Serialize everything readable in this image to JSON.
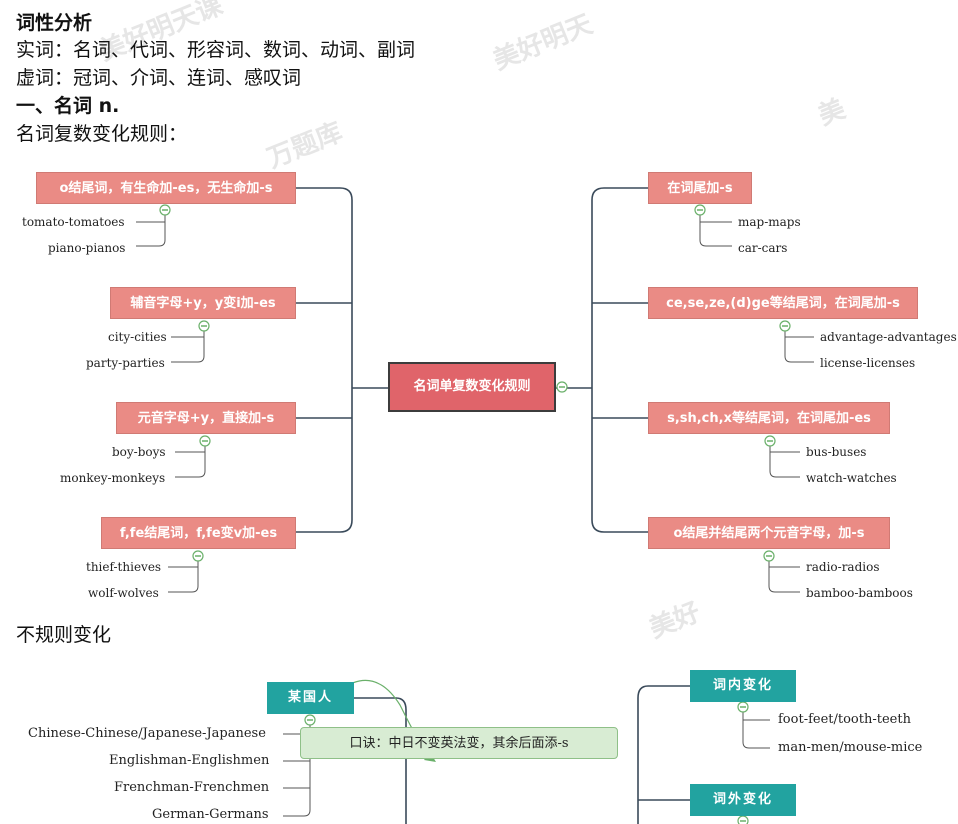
{
  "heading": {
    "title": "词性分析",
    "content_words": "实词：名词、代词、形容词、数词、动词、副词",
    "function_words": "虚词：冠词、介词、连词、感叹词",
    "section": "一、名词 n.",
    "subtitle": "名词复数变化规则："
  },
  "mindmap1": {
    "root": "名词单复数变化规则",
    "left": [
      {
        "label": "o结尾词，有生命加-es，无生命加-s",
        "leaves": [
          "tomato-tomatoes",
          "piano-pianos"
        ]
      },
      {
        "label": "辅音字母+y，y变i加-es",
        "leaves": [
          "city-cities",
          "party-parties"
        ]
      },
      {
        "label": "元音字母+y，直接加-s",
        "leaves": [
          "boy-boys",
          "monkey-monkeys"
        ]
      },
      {
        "label": "f,fe结尾词，f,fe变v加-es",
        "leaves": [
          "thief-thieves",
          "wolf-wolves"
        ]
      }
    ],
    "right": [
      {
        "label": "在词尾加-s",
        "leaves": [
          "map-maps",
          "car-cars"
        ]
      },
      {
        "label": "ce,se,ze,(d)ge等结尾词，在词尾加-s",
        "leaves": [
          "advantage-advantages",
          "license-licenses"
        ]
      },
      {
        "label": "s,sh,ch,x等结尾词，在词尾加-es",
        "leaves": [
          "bus-buses",
          "watch-watches"
        ]
      },
      {
        "label": "o结尾并结尾两个元音字母，加-s",
        "leaves": [
          "radio-radios",
          "bamboo-bamboos"
        ]
      }
    ]
  },
  "irregular": {
    "title": "不规则变化",
    "nationality": {
      "label": "某国人",
      "leaves": [
        "Chinese-Chinese/Japanese-Japanese",
        "Englishman-Englishmen",
        "Frenchman-Frenchmen",
        "German-Germans"
      ],
      "tip": "口诀：中日不变英法变，其余后面添-s"
    },
    "internal": {
      "label": "词内变化",
      "leaves": [
        "foot-feet/tooth-teeth",
        "man-men/mouse-mice"
      ]
    },
    "external": {
      "label": "词外变化"
    }
  },
  "watermarks": [
    "美好明天课",
    "美好明天",
    "美",
    "万题库",
    "美好"
  ],
  "colors": {
    "node": "#ea8b85",
    "root": "#e0646a",
    "teal": "#22a3a0",
    "tip": "#d8ecd3",
    "connector": "#3a4a5a"
  }
}
